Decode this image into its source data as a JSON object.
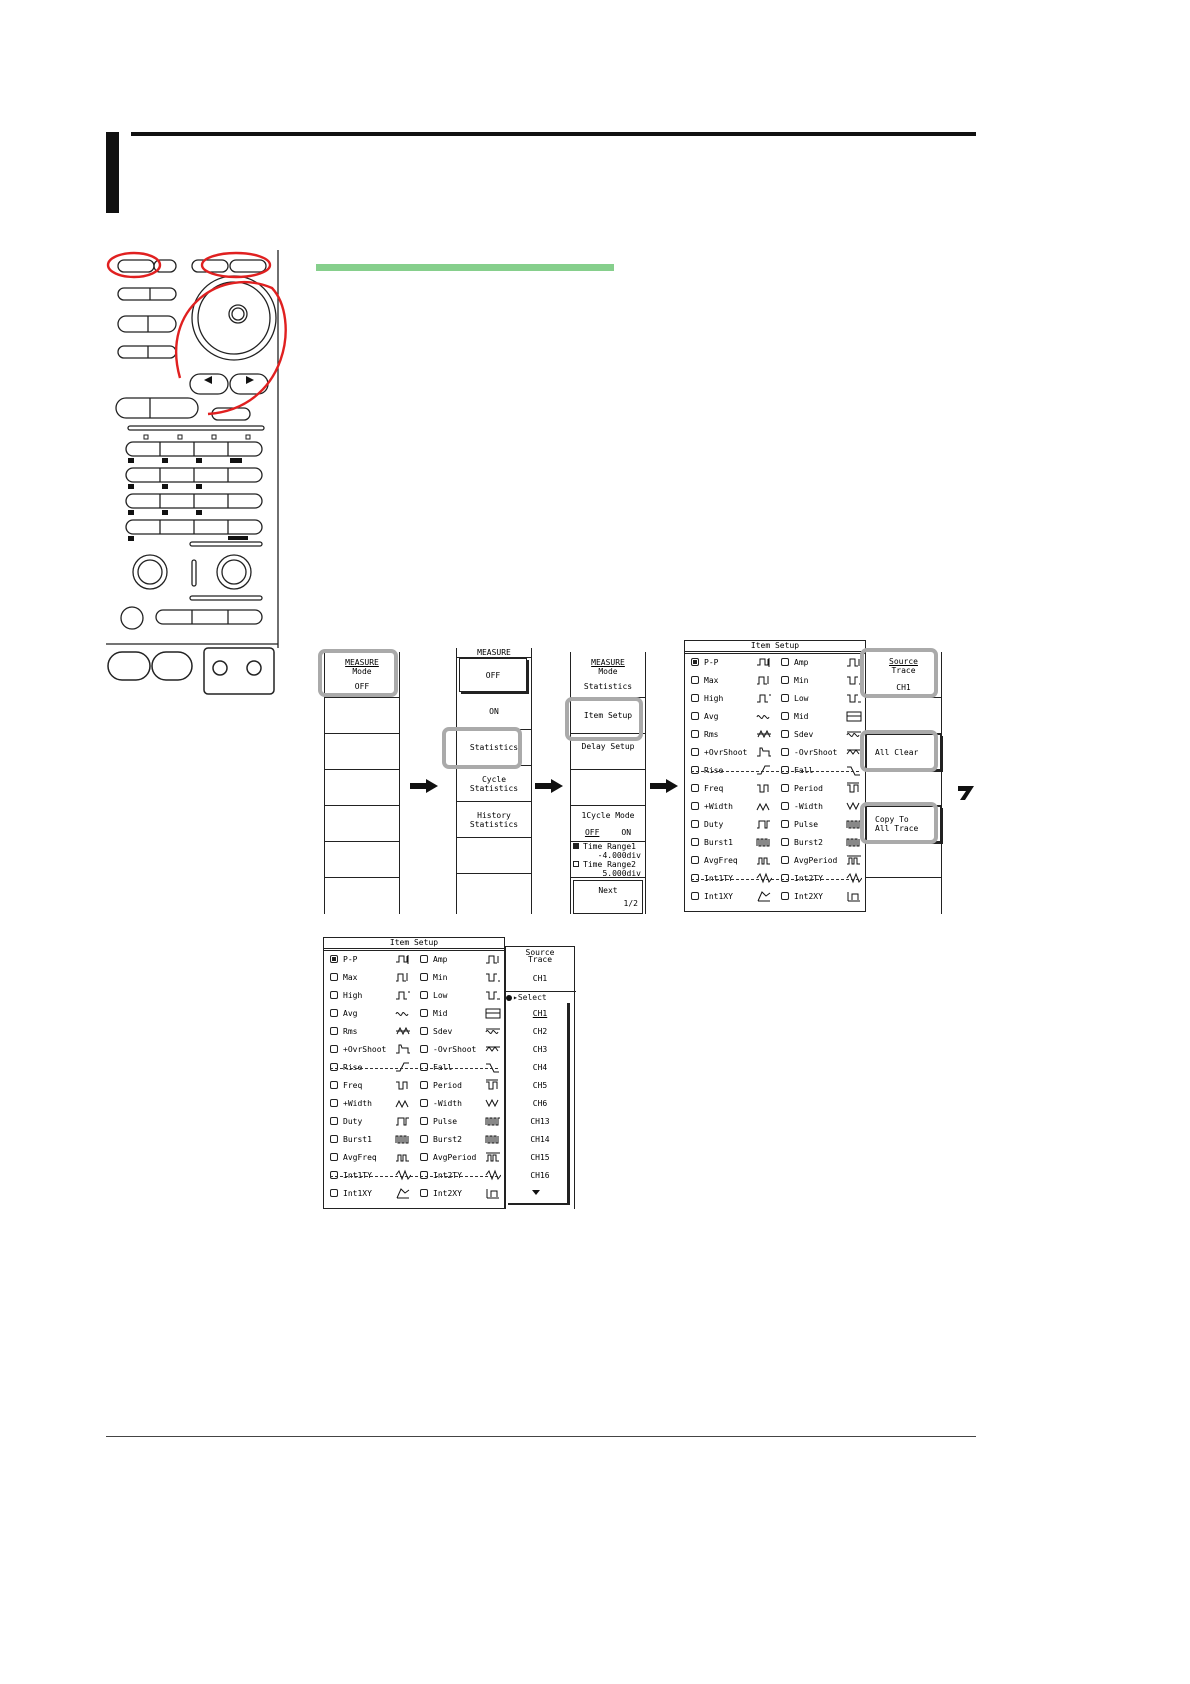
{
  "colors": {
    "highlight": "#aaaaaa",
    "accent_bar": "#86cf8c",
    "red_marks": "#e02020",
    "ink": "#111111"
  },
  "menu1": {
    "title": "MEASURE",
    "mode_label": "Mode",
    "mode_value": "OFF"
  },
  "menu2": {
    "title": "MEASURE",
    "off": "OFF",
    "on": "ON",
    "statistics": "Statistics",
    "cycle_statistics": [
      "Cycle",
      "Statistics"
    ],
    "history_statistics": [
      "History",
      "Statistics"
    ]
  },
  "menu3": {
    "title": "MEASURE",
    "mode_label": "Mode",
    "mode_value": "Statistics",
    "item_setup": "Item Setup",
    "delay_setup": "Delay Setup",
    "one_cycle_mode": "1Cycle Mode",
    "off": "OFF",
    "on": "ON",
    "time_range1": "Time Range1",
    "time_range1_value": "-4.000div",
    "time_range2": "Time Range2",
    "time_range2_value": "5.000div",
    "next": "Next",
    "page": "1/2"
  },
  "item_setup": {
    "title": "Item Setup",
    "left": [
      {
        "label": "P-P",
        "icon": "pp-icon",
        "checked": true
      },
      {
        "label": "Max",
        "icon": "max-icon",
        "checked": false
      },
      {
        "label": "High",
        "icon": "high-icon",
        "checked": false
      },
      {
        "label": "Avg",
        "icon": "avg-icon",
        "checked": false
      },
      {
        "label": "Rms",
        "icon": "rms-icon",
        "checked": false
      },
      {
        "label": "+OvrShoot",
        "icon": "pos-overshoot-icon",
        "checked": false
      },
      {
        "label": "Rise",
        "icon": "rise-icon",
        "checked": false
      },
      {
        "label": "Freq",
        "icon": "freq-icon",
        "checked": false
      },
      {
        "label": "+Width",
        "icon": "pos-width-icon",
        "checked": false
      },
      {
        "label": "Duty",
        "icon": "duty-icon",
        "checked": false
      },
      {
        "label": "Burst1",
        "icon": "burst1-icon",
        "checked": false
      },
      {
        "label": "AvgFreq",
        "icon": "avgfreq-icon",
        "checked": false
      },
      {
        "label": "Int1TY",
        "icon": "int1ty-icon",
        "checked": false
      },
      {
        "label": "Int1XY",
        "icon": "int1xy-icon",
        "checked": false
      }
    ],
    "right": [
      {
        "label": "Amp",
        "icon": "amp-icon",
        "checked": false
      },
      {
        "label": "Min",
        "icon": "min-icon",
        "checked": false
      },
      {
        "label": "Low",
        "icon": "low-icon",
        "checked": false
      },
      {
        "label": "Mid",
        "icon": "mid-icon",
        "checked": false
      },
      {
        "label": "Sdev",
        "icon": "sdev-icon",
        "checked": false
      },
      {
        "label": "-OvrShoot",
        "icon": "neg-overshoot-icon",
        "checked": false
      },
      {
        "label": "Fall",
        "icon": "fall-icon",
        "checked": false
      },
      {
        "label": "Period",
        "icon": "period-icon",
        "checked": false
      },
      {
        "label": "-Width",
        "icon": "neg-width-icon",
        "checked": false
      },
      {
        "label": "Pulse",
        "icon": "pulse-icon",
        "checked": false
      },
      {
        "label": "Burst2",
        "icon": "burst2-icon",
        "checked": false
      },
      {
        "label": "AvgPeriod",
        "icon": "avgperiod-icon",
        "checked": false
      },
      {
        "label": "Int2TY",
        "icon": "int2ty-icon",
        "checked": false
      },
      {
        "label": "Int2XY",
        "icon": "int2xy-icon",
        "checked": false
      }
    ]
  },
  "side_menu": {
    "source": "Source",
    "trace": "Trace",
    "ch1": "CH1",
    "all_clear": "All Clear",
    "copy_to": "Copy To",
    "all_trace": "All Trace"
  },
  "select_list": {
    "label": "Select",
    "items": [
      "CH1",
      "CH2",
      "CH3",
      "CH4",
      "CH5",
      "CH6",
      "CH13",
      "CH14",
      "CH15",
      "CH16"
    ]
  }
}
